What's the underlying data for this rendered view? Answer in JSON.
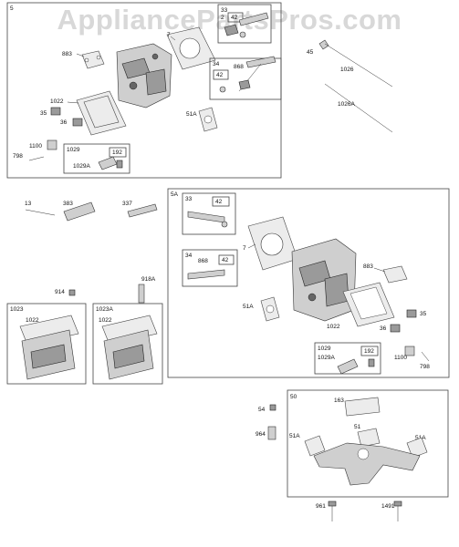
{
  "watermark": "AppliancePartsPros.com",
  "groups": {
    "g5": "5",
    "g33a": "33",
    "g34a": "34",
    "g1029a": "1029",
    "g192a": "192",
    "g5a": "5A",
    "g33b": "33",
    "g34b": "34",
    "g1029b": "1029",
    "g192b": "192",
    "g1023": "1023",
    "g1023a": "1023A",
    "g50": "50"
  },
  "parts": {
    "p883a": "883",
    "p7a": "7",
    "p2a": "2",
    "p42a": "42",
    "p868a": "868",
    "p45": "45",
    "p1026": "1026",
    "p1026a": "1026A",
    "p1022a": "1022",
    "p35a": "35",
    "p36a": "36",
    "p51aa": "51A",
    "p1100a": "1100",
    "p798a": "798",
    "p1029aa": "1029A",
    "p13": "13",
    "p383": "383",
    "p337": "337",
    "p42b": "42",
    "p42c": "42",
    "p7b": "7",
    "p868b": "868",
    "p883b": "883",
    "p918a": "918A",
    "p914": "914",
    "p51ab": "51A",
    "p35b": "35",
    "p1022b": "1022",
    "p36b": "36",
    "p1029ab": "1029A",
    "p1100b": "1100",
    "p798b": "798",
    "p1022c": "1022",
    "p1022d": "1022",
    "p163": "163",
    "p54": "54",
    "p51": "51",
    "p51ac": "51A",
    "p51ad": "51A",
    "p964": "964",
    "p961": "961",
    "p1491": "1491"
  }
}
